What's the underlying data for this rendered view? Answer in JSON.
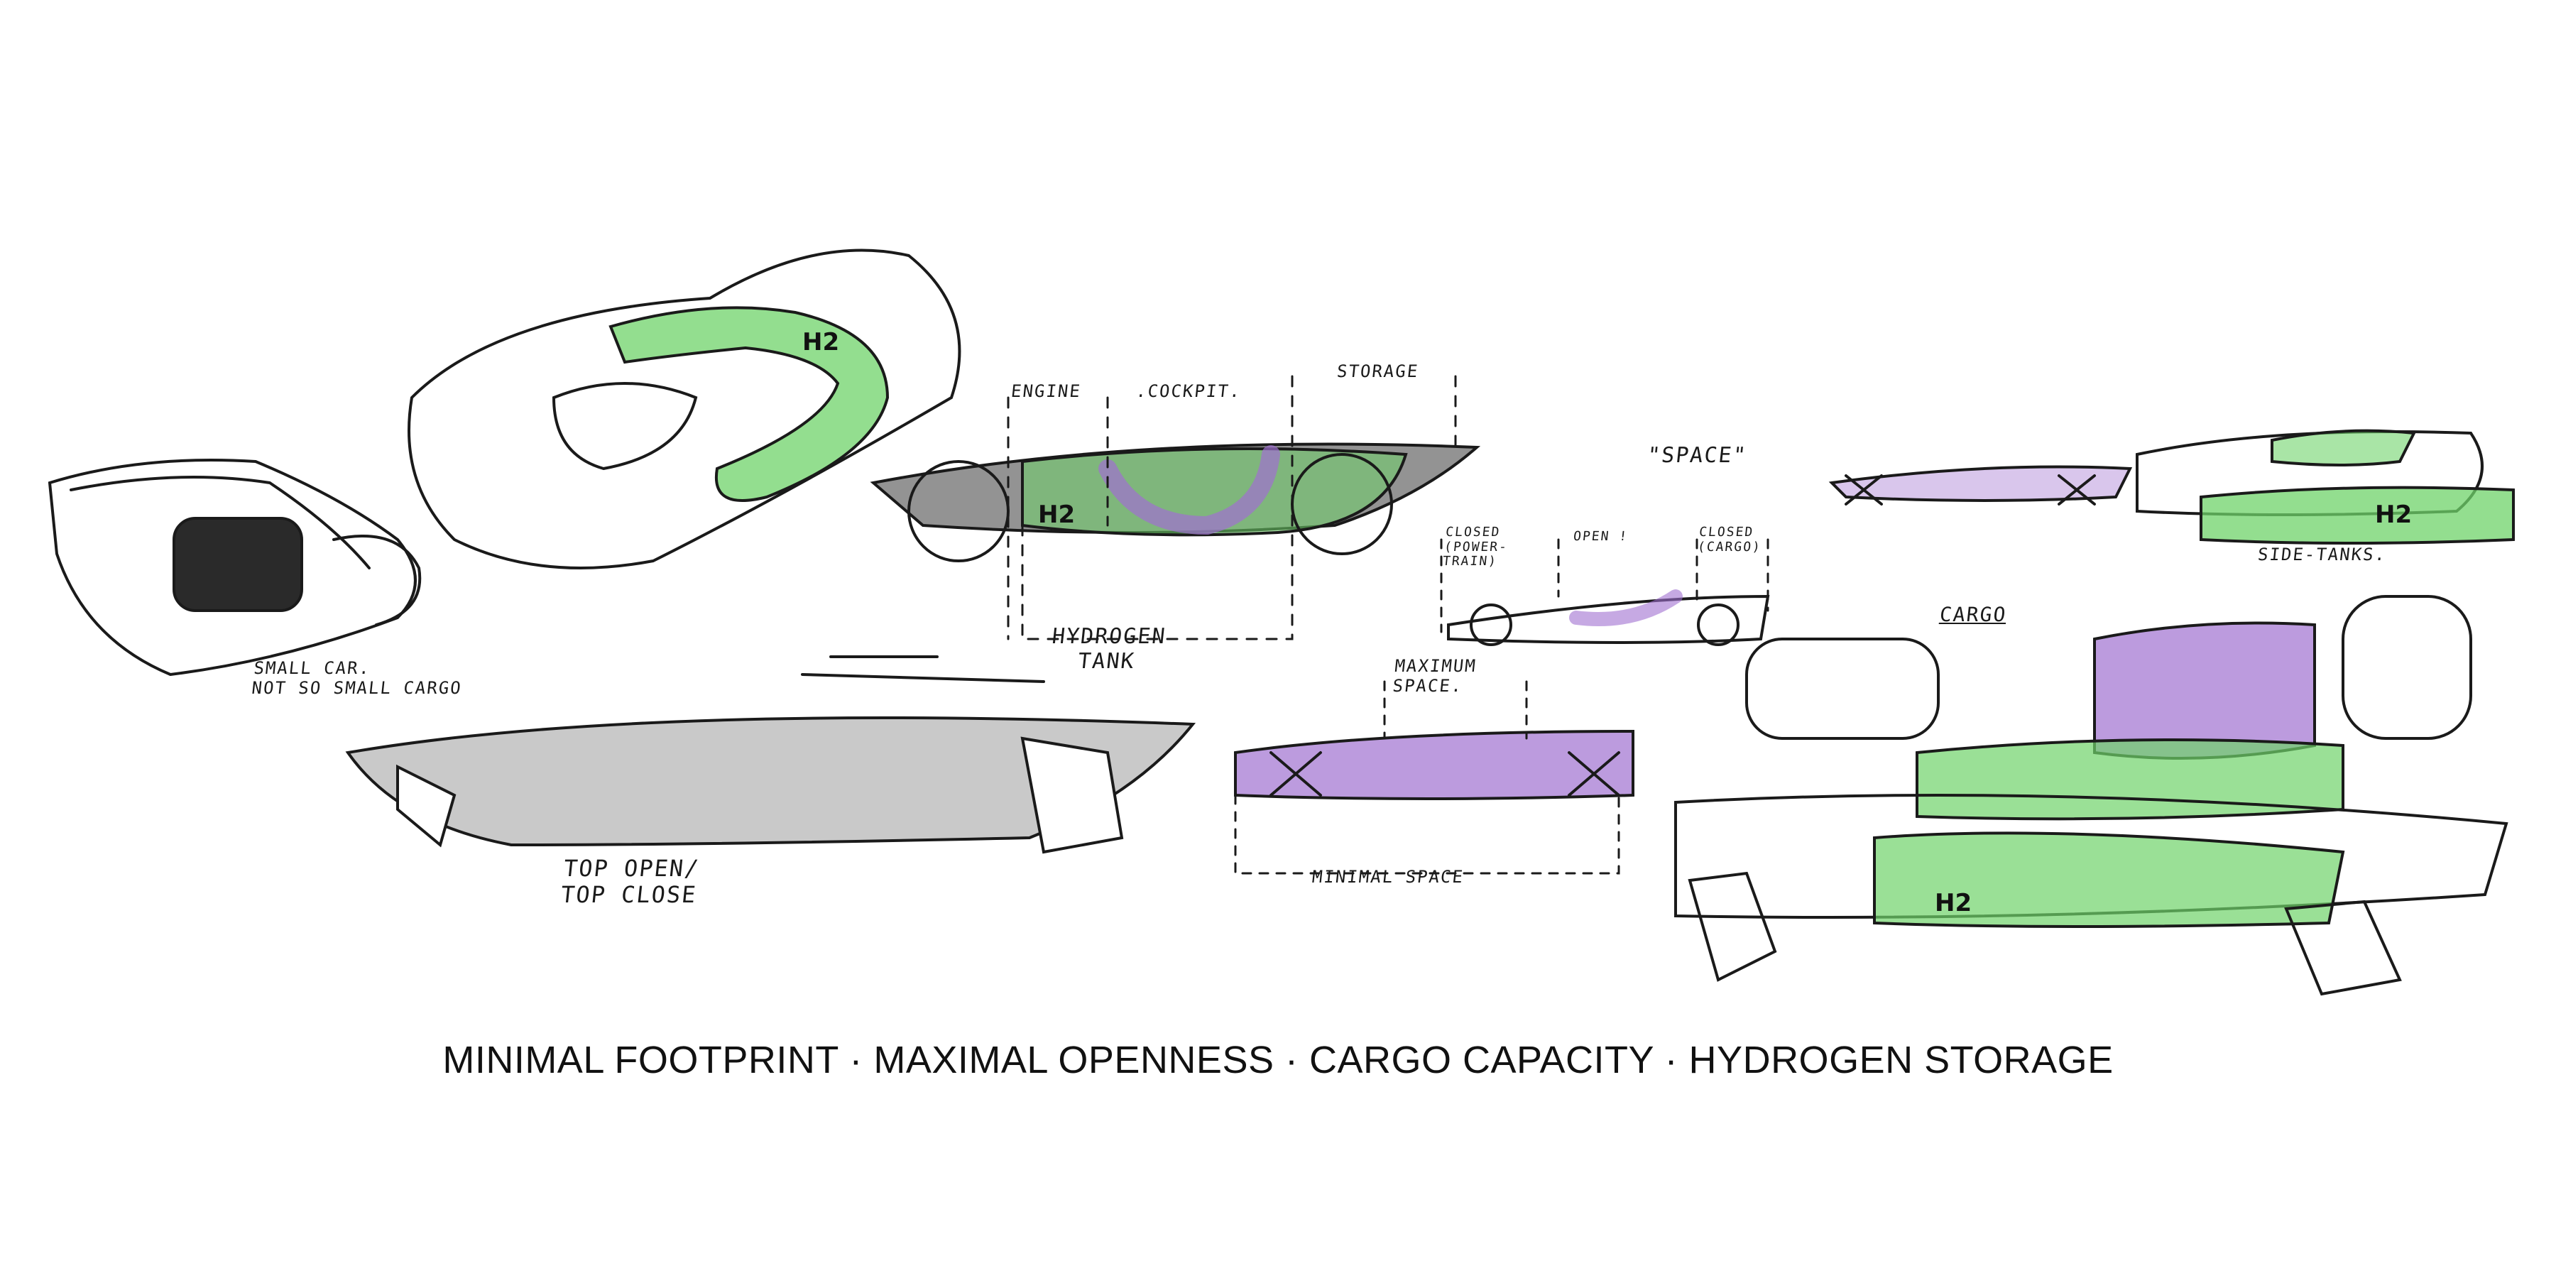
{
  "colors": {
    "hydrogen_green": "#6fd36a",
    "space_purple": "#a070d0",
    "ink": "#1a1a1a",
    "marker_gray": "#8a8a8a"
  },
  "sketches": {
    "small_car": {
      "note": "SMALL CAR.\nNOT SO SMALL CARGO"
    },
    "top_view": {
      "h2_label": "H2"
    },
    "side_section": {
      "engine": "ENGINE",
      "cockpit": ".COCKPIT.",
      "storage": "STORAGE",
      "tank": "HYDROGEN\nTANK",
      "h2_label": "H2"
    },
    "space": {
      "label": "\"SPACE\""
    },
    "zones": {
      "closed_powertrain": "CLOSED\n(POWER-\nTRAIN)",
      "open": "OPEN !",
      "closed_cargo": "CLOSED\n(CARGO)"
    },
    "space_compare": {
      "maximum": "MAXIMUM\nSPACE.",
      "minimal": "MINIMAL SPACE"
    },
    "roof": {
      "note": "TOP OPEN/\nTOP CLOSE"
    },
    "cargo_exploded": {
      "label": "CARGO",
      "h2_label": "H2"
    },
    "side_tanks": {
      "label": "SIDE-TANKS.",
      "h2_label": "H2"
    }
  },
  "caption": "MINIMAL FOOTPRINT · MAXIMAL OPENNESS · CARGO CAPACITY · HYDROGEN STORAGE"
}
